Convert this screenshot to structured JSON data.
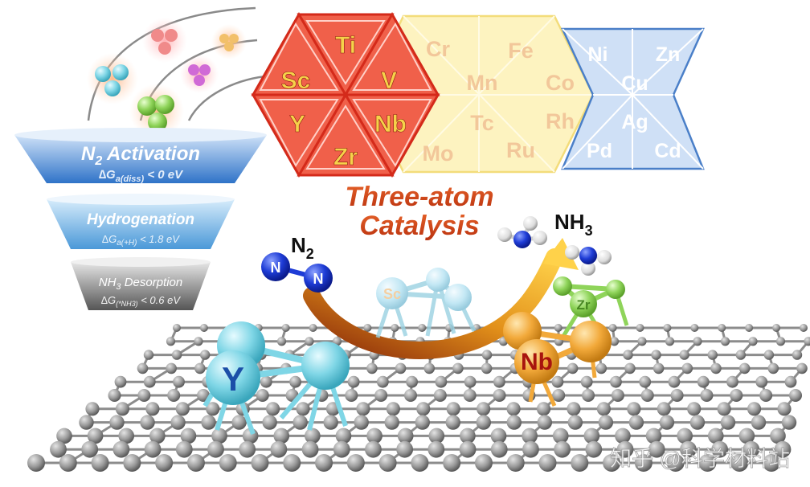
{
  "funnel": {
    "stage1": {
      "title_main": "N",
      "title_sub": "2",
      "title_rest": " Activation",
      "cond_prefix": "∆G",
      "cond_sub": "a(diss)",
      "cond_rest": " < 0 eV"
    },
    "stage2": {
      "title": "Hydrogenation",
      "cond_prefix": "∆G",
      "cond_sub": "a(+H)",
      "cond_rest": " < 1.8 eV"
    },
    "stage3": {
      "title_main": "NH",
      "title_sub": "3",
      "title_rest": " Desorption",
      "cond_prefix": "∆G",
      "cond_sub": "(*NH3)",
      "cond_rest": " < 0.6 eV"
    }
  },
  "metals": {
    "red": [
      "Ti",
      "Sc",
      "V",
      "Y",
      "Nb",
      "Zr"
    ],
    "yellow": [
      "Cr",
      "Fe",
      "Mn",
      "Co",
      "Tc",
      "Rh",
      "Mo",
      "Ru"
    ],
    "blue": [
      "Ni",
      "Zn",
      "Cu",
      "Ag",
      "Pd",
      "Cd"
    ]
  },
  "catalysis_title": {
    "line1": "Three-atom",
    "line2": "Catalysis"
  },
  "molecules": {
    "n2_label_main": "N",
    "n2_label_sub": "2",
    "n_atom": "N",
    "nh3_label_main": "NH",
    "nh3_label_sub": "3"
  },
  "atoms": {
    "y": "Y",
    "sc": "Sc",
    "nb": "Nb",
    "zr": "Zr"
  },
  "watermark": "知乎 @科学材料站",
  "colors": {
    "red_fill": "#f0604a",
    "red_border": "#d42a1a",
    "red_text": "#f6d24a",
    "yellow_fill": "#fdf3c0",
    "yellow_text": "#f2c79a",
    "blue_fill": "#cfe0f6",
    "blue_border": "#4a7fc8",
    "blue_text": "#ffffff",
    "title_red": "#d24a1c",
    "y_atom": "#7fd6e6",
    "nb_atom": "#f2a93a",
    "zr_atom": "#8fd45a",
    "n_atom": "#1e3cd6",
    "graphene": "#8c8c8c"
  }
}
